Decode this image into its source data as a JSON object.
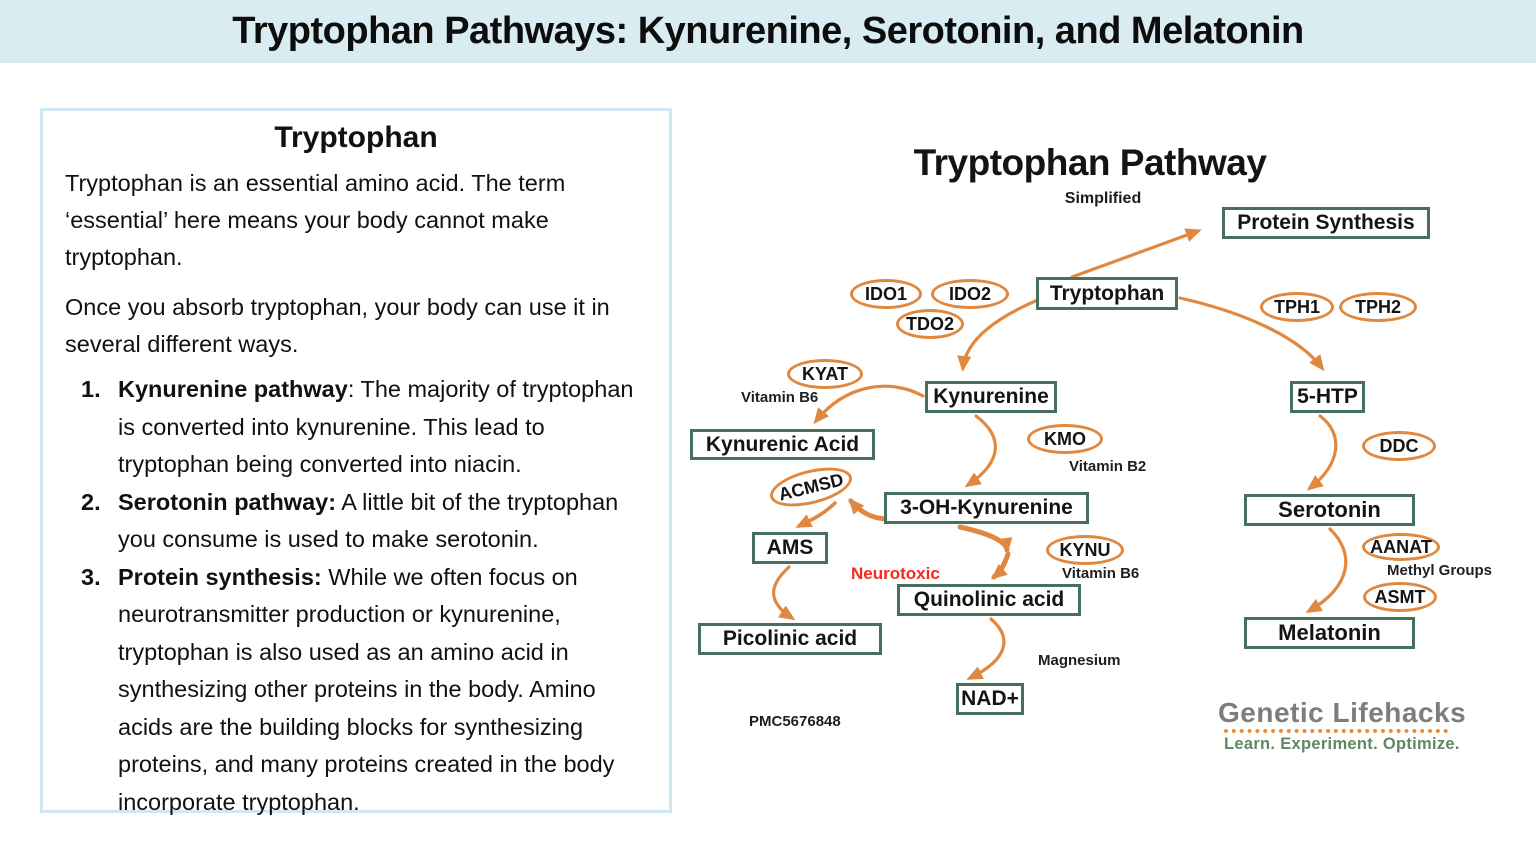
{
  "header": {
    "title": "Tryptophan Pathways: Kynurenine, Serotonin, and Melatonin"
  },
  "info_panel": {
    "title": "Tryptophan",
    "para1": "Tryptophan is an essential amino acid. The term ‘essential’ here means your body cannot make tryptophan.",
    "para2": "Once you absorb tryptophan, your body can use it in several different ways.",
    "list": [
      {
        "num": "1.",
        "bold": "Kynurenine pathway",
        "rest": ": The majority of tryptophan is converted into kynurenine. This lead to tryptophan being converted into niacin."
      },
      {
        "num": "2.",
        "bold": "Serotonin pathway:",
        "rest": " A little bit of the tryptophan you consume is used to make serotonin."
      },
      {
        "num": "3.",
        "bold": "Protein synthesis:",
        "rest": " While we often focus on neurotransmitter production or kynurenine, tryptophan is also used as an amino acid in synthesizing other proteins in the body. Amino acids are the building blocks for synthesizing proteins, and many proteins created in the body incorporate tryptophan."
      }
    ]
  },
  "diagram": {
    "title": "Tryptophan Pathway",
    "subtitle": "Simplified",
    "nodes": {
      "protein_synthesis": "Protein Synthesis",
      "tryptophan": "Tryptophan",
      "kynurenine": "Kynurenine",
      "kynurenic_acid": "Kynurenic Acid",
      "oh_kynurenine": "3-OH-Kynurenine",
      "ams": "AMS",
      "quinolinic_acid": "Quinolinic acid",
      "picolinic_acid": "Picolinic acid",
      "nad": "NAD+",
      "htp5": "5-HTP",
      "serotonin": "Serotonin",
      "melatonin": "Melatonin"
    },
    "enzymes": {
      "ido1": "IDO1",
      "ido2": "IDO2",
      "tdo2": "TDO2",
      "tph1": "TPH1",
      "tph2": "TPH2",
      "kyat": "KYAT",
      "kmo": "KMO",
      "acmsd": "ACMSD",
      "kynu": "KYNU",
      "ddc": "DDC",
      "aanat": "AANAT",
      "asmt": "ASMT"
    },
    "cofactors": {
      "vitamin_b6_left": "Vitamin B6",
      "vitamin_b2": "Vitamin B2",
      "vitamin_b6_right": "Vitamin B6",
      "magnesium": "Magnesium",
      "methyl_groups": "Methyl Groups"
    },
    "neurotoxic_label": "Neurotoxic",
    "reference": "PMC5676848",
    "edges": [
      {
        "from": "Tryptophan",
        "to": "Protein Synthesis"
      },
      {
        "from": "Tryptophan",
        "to": "Kynurenine",
        "enzymes": [
          "IDO1",
          "IDO2",
          "TDO2"
        ]
      },
      {
        "from": "Tryptophan",
        "to": "5-HTP",
        "enzymes": [
          "TPH1",
          "TPH2"
        ]
      },
      {
        "from": "Kynurenine",
        "to": "Kynurenic Acid",
        "enzymes": [
          "KYAT"
        ],
        "cofactor": "Vitamin B6"
      },
      {
        "from": "Kynurenine",
        "to": "3-OH-Kynurenine",
        "enzymes": [
          "KMO"
        ],
        "cofactor": "Vitamin B2"
      },
      {
        "from": "3-OH-Kynurenine",
        "to": "AMS",
        "enzymes": [
          "ACMSD"
        ]
      },
      {
        "from": "AMS",
        "to": "Picolinic acid"
      },
      {
        "from": "3-OH-Kynurenine",
        "to": "Quinolinic acid",
        "enzymes": [
          "KYNU"
        ],
        "cofactor": "Vitamin B6",
        "note": "Neurotoxic"
      },
      {
        "from": "Quinolinic acid",
        "to": "NAD+",
        "cofactor": "Magnesium"
      },
      {
        "from": "5-HTP",
        "to": "Serotonin",
        "enzymes": [
          "DDC"
        ]
      },
      {
        "from": "Serotonin",
        "to": "Melatonin",
        "enzymes": [
          "AANAT",
          "ASMT"
        ],
        "cofactor": "Methyl Groups"
      }
    ],
    "colors": {
      "accent_orange": "#e0883f",
      "box_border_green": "#48705c",
      "neurotoxic_red": "#f8281e",
      "header_blue": "#d9ecf2",
      "logo_gray": "#7d7d7d",
      "logo_green": "#5d8862"
    }
  },
  "logo": {
    "name": "Genetic Lifehacks",
    "tagline": "Learn. Experiment. Optimize."
  }
}
